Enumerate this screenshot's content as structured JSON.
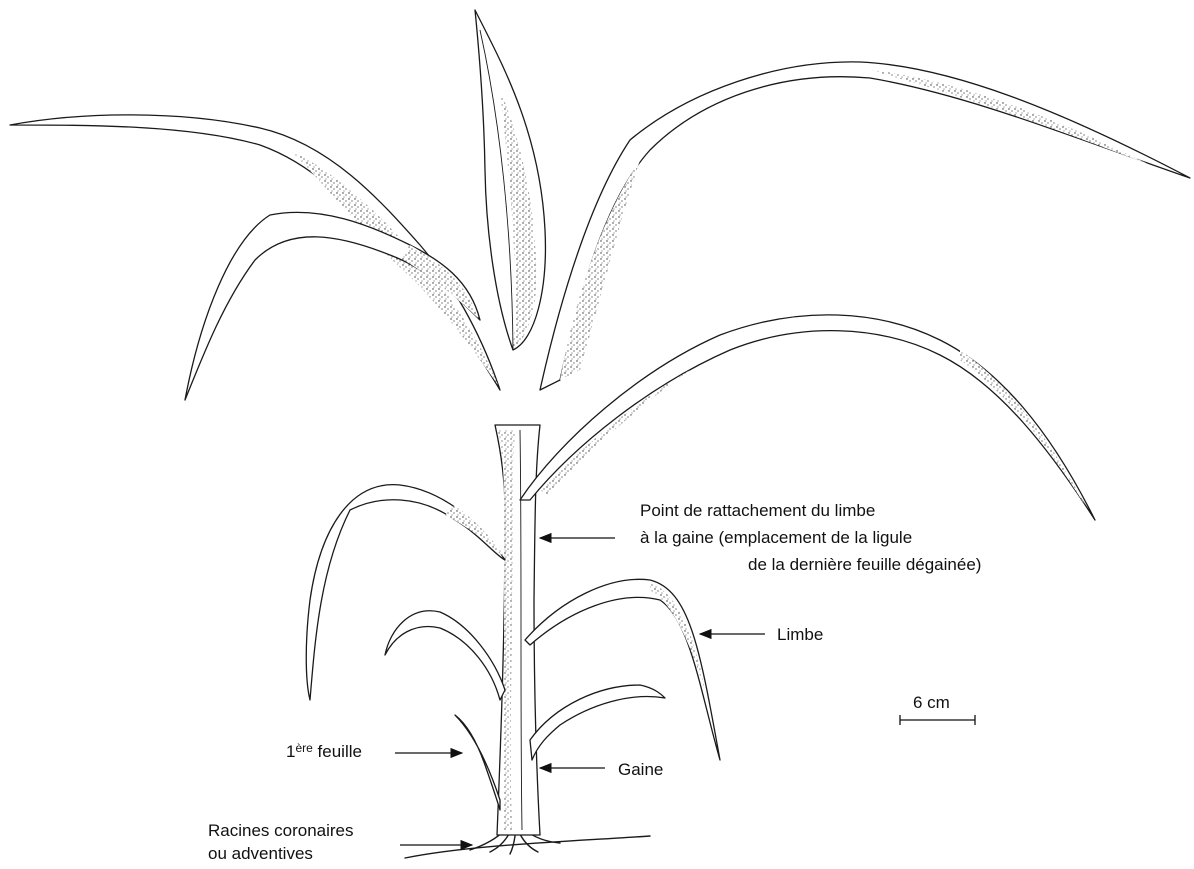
{
  "figure": {
    "labels": {
      "attachment_line1": "Point de rattachement du limbe",
      "attachment_line2": "à la gaine  (emplacement de la ligule",
      "attachment_line3": "de la dernière feuille dégainée)",
      "limbe": "Limbe",
      "scale": "6 cm",
      "first_leaf_number": "1",
      "first_leaf_sup": "ère",
      "first_leaf_word": " feuille",
      "gaine": "Gaine",
      "roots_line1": "Racines coronaires",
      "roots_line2": "ou adventives"
    },
    "colors": {
      "ink": "#1a1a1a",
      "background": "#ffffff"
    }
  }
}
